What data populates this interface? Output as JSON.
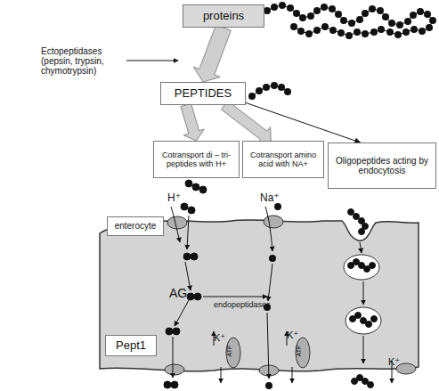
{
  "diagram": {
    "nodes": [
      {
        "text": [
          "proteins"
        ]
      },
      {
        "text": [
          "PEPTIDES"
        ]
      },
      {
        "text": [
          "Cotransport di – tri- peptides with H+"
        ]
      },
      {
        "text": [
          "Cotransport amino acid with NA+"
        ]
      },
      {
        "text": [
          "Oligopeptides acting by endocytosis"
        ]
      },
      {
        "text": [
          "enterocyte"
        ]
      },
      {
        "text": [
          "Pept1"
        ]
      }
    ],
    "edges": [
      {
        "from": 0,
        "to": 1,
        "arrow": "to"
      },
      {
        "from": 1,
        "to": 2,
        "arrow": "to"
      },
      {
        "from": 1,
        "to": 3,
        "arrow": "to"
      },
      {
        "from": 1,
        "to": 4,
        "arrow": "to"
      }
    ],
    "labels": [
      "Ectopeptidases (pepsin, trypsin, chymotrypsin)",
      "H⁺",
      "Na⁺",
      "AG",
      "endopeptidases",
      "K⁺",
      "K⁺",
      "K⁺",
      "ATP",
      "ATP"
    ]
  }
}
